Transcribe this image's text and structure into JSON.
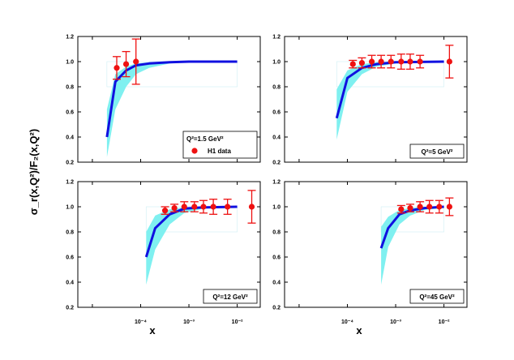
{
  "figure": {
    "ylabel": "σ_r(x,Q²)/F₂(x,Q²)",
    "xlabel": "x"
  },
  "colors": {
    "model_line": "#1010e0",
    "model_band": "#7ff0f0",
    "data": "#ee1111",
    "frame": "#000000"
  },
  "chart_data": [
    {
      "type": "line",
      "label": "Q²=1.5 GeV²",
      "legend": {
        "series_name": "H1 data",
        "placement": "bottom-right"
      },
      "x_scale": "log",
      "xlim": [
        5e-06,
        0.03
      ],
      "ylim": [
        0.2,
        1.2
      ],
      "yticks": [
        0.2,
        0.4,
        0.6,
        0.8,
        1.0,
        1.2
      ],
      "ytick_labels": [
        "0.2",
        "0.4",
        "0.6",
        "0.8",
        "1.0",
        "1.2"
      ],
      "xticks": [],
      "xtick_labels": [],
      "model": {
        "x": [
          2e-05,
          3e-05,
          5e-05,
          8e-05,
          0.00015,
          0.0004,
          0.001,
          0.01
        ],
        "y": [
          0.4,
          0.84,
          0.93,
          0.97,
          0.985,
          0.995,
          1.0,
          1.0
        ]
      },
      "band": {
        "x": [
          2e-05,
          3e-05,
          5e-05,
          8e-05,
          0.00015,
          0.0004,
          0.001,
          0.01
        ],
        "low": [
          0.24,
          0.62,
          0.8,
          0.9,
          0.95,
          0.985,
          0.995,
          0.995
        ],
        "high": [
          0.62,
          0.9,
          0.96,
          0.985,
          0.995,
          1.0,
          1.0,
          1.0
        ]
      },
      "data": {
        "x": [
          3.2e-05,
          5e-05,
          8e-05
        ],
        "y": [
          0.95,
          0.98,
          1.0
        ],
        "err": [
          0.09,
          0.1,
          0.18
        ]
      }
    },
    {
      "type": "line",
      "label": "Q²=5 GeV²",
      "placement": "bottom-right",
      "x_scale": "log",
      "xlim": [
        5e-06,
        0.03
      ],
      "ylim": [
        0.2,
        1.2
      ],
      "yticks": [
        0.2,
        0.4,
        0.6,
        0.8,
        1.0,
        1.2
      ],
      "ytick_labels": [
        "0.2",
        "0.4",
        "0.6",
        "0.8",
        "1.0",
        "1.2"
      ],
      "xticks": [],
      "xtick_labels": [],
      "model": {
        "x": [
          6e-05,
          0.0001,
          0.0002,
          0.0004,
          0.001,
          0.01
        ],
        "y": [
          0.55,
          0.87,
          0.95,
          0.98,
          0.995,
          1.0
        ]
      },
      "band": {
        "x": [
          6e-05,
          0.0001,
          0.0002,
          0.0004,
          0.001,
          0.01
        ],
        "low": [
          0.38,
          0.76,
          0.9,
          0.96,
          0.985,
          0.995
        ],
        "high": [
          0.78,
          0.93,
          0.98,
          0.995,
          1.0,
          1.0
        ]
      },
      "data": {
        "x": [
          0.00013,
          0.0002,
          0.00032,
          0.0005,
          0.0008,
          0.0013,
          0.002,
          0.0032,
          0.013
        ],
        "y": [
          0.98,
          0.99,
          1.0,
          1.0,
          1.0,
          1.0,
          1.0,
          1.0,
          1.0
        ],
        "err": [
          0.03,
          0.04,
          0.05,
          0.05,
          0.05,
          0.06,
          0.06,
          0.05,
          0.13
        ]
      }
    },
    {
      "type": "line",
      "label": "Q²=12 GeV²",
      "placement": "bottom-right",
      "x_scale": "log",
      "xlim": [
        5e-06,
        0.03
      ],
      "ylim": [
        0.2,
        1.2
      ],
      "yticks": [
        0.2,
        0.4,
        0.6,
        0.8,
        1.0,
        1.2
      ],
      "ytick_labels": [
        "0.2",
        "0.4",
        "0.6",
        "0.8",
        "1.0",
        "1.2"
      ],
      "xticks": [
        0.0001,
        0.001,
        0.01
      ],
      "xtick_labels": [
        "10⁻⁴",
        "10⁻³",
        "10⁻²"
      ],
      "model": {
        "x": [
          0.00013,
          0.0002,
          0.0004,
          0.0008,
          0.002,
          0.01
        ],
        "y": [
          0.6,
          0.83,
          0.94,
          0.985,
          0.995,
          1.0
        ]
      },
      "band": {
        "x": [
          0.00013,
          0.0002,
          0.0004,
          0.0008,
          0.002,
          0.01
        ],
        "low": [
          0.38,
          0.66,
          0.86,
          0.95,
          0.985,
          0.995
        ],
        "high": [
          0.8,
          0.93,
          0.98,
          0.995,
          1.0,
          1.0
        ]
      },
      "data": {
        "x": [
          0.00032,
          0.0005,
          0.0008,
          0.0013,
          0.002,
          0.0032,
          0.0063,
          0.02
        ],
        "y": [
          0.97,
          0.99,
          1.0,
          1.0,
          1.0,
          1.0,
          1.0,
          1.0
        ],
        "err": [
          0.03,
          0.03,
          0.04,
          0.04,
          0.05,
          0.06,
          0.06,
          0.13
        ]
      }
    },
    {
      "type": "line",
      "label": "Q²=45 GeV²",
      "placement": "bottom-right",
      "x_scale": "log",
      "xlim": [
        5e-06,
        0.03
      ],
      "ylim": [
        0.2,
        1.2
      ],
      "yticks": [
        0.2,
        0.4,
        0.6,
        0.8,
        1.0,
        1.2
      ],
      "ytick_labels": [
        "0.2",
        "0.4",
        "0.6",
        "0.8",
        "1.0",
        "1.2"
      ],
      "xticks": [
        0.0001,
        0.001,
        0.01
      ],
      "xtick_labels": [
        "10⁻⁴",
        "10⁻³",
        "10⁻²"
      ],
      "model": {
        "x": [
          0.0005,
          0.0007,
          0.0012,
          0.002,
          0.004,
          0.01
        ],
        "y": [
          0.67,
          0.83,
          0.94,
          0.97,
          0.99,
          1.0
        ]
      },
      "band": {
        "x": [
          0.0005,
          0.0007,
          0.0012,
          0.002,
          0.004,
          0.01
        ],
        "low": [
          0.38,
          0.68,
          0.86,
          0.93,
          0.975,
          0.99
        ],
        "high": [
          0.84,
          0.92,
          0.975,
          0.99,
          1.0,
          1.0
        ]
      },
      "data": {
        "x": [
          0.0013,
          0.002,
          0.0032,
          0.005,
          0.008,
          0.013
        ],
        "y": [
          0.98,
          0.99,
          1.0,
          1.0,
          1.0,
          1.0
        ],
        "err": [
          0.03,
          0.03,
          0.04,
          0.05,
          0.05,
          0.07
        ]
      }
    }
  ]
}
